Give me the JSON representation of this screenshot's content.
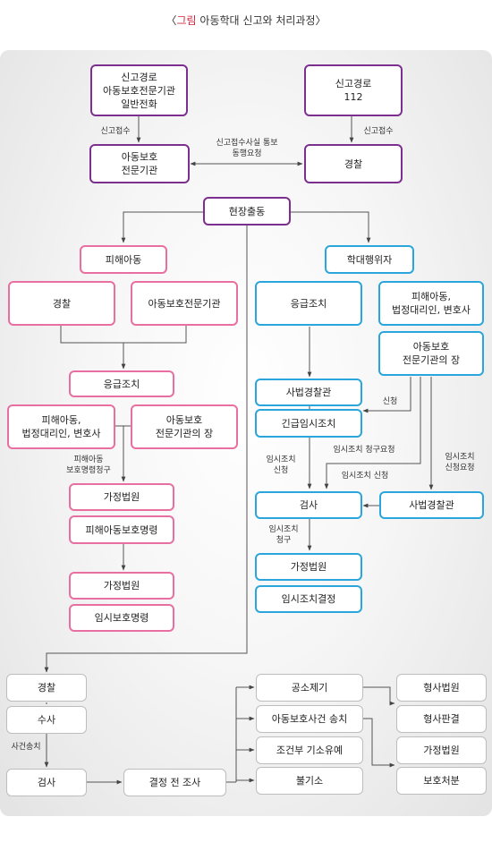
{
  "title": {
    "open": "〈",
    "highlight": "그림",
    "rest": " 아동학대 신고와 처리과정〉"
  },
  "boxes": {
    "report1": "신고경로\n아동보호전문기관\n일반전화",
    "report2": "신고경로\n112",
    "agency": "아동보호\n전문기관",
    "police_top": "경찰",
    "onsite": "현장출동",
    "victim": "피해아동",
    "abuser": "학대행위자",
    "police_l": "경찰",
    "agency_l": "아동보호전문기관",
    "emergency_l": "응급조치",
    "victim_rep_l": "피해아동,\n법정대리인, 변호사",
    "agency_head_l": "아동보호\n전문기관의 장",
    "family_court_1": "가정법원",
    "victim_order": "피해아동보호명령",
    "family_court_2": "가정법원",
    "temp_order": "임시보호명령",
    "emergency_r": "응급조치",
    "victim_rep_r": "피해아동,\n법정대리인, 변호사",
    "agency_head_r": "아동보호\n전문기관의 장",
    "judicial_police_1": "사법경찰관",
    "urgent_temp": "긴급임시조치",
    "prosecutor_r": "검사",
    "judicial_police_2": "사법경찰관",
    "family_court_r": "가정법원",
    "temp_decision": "임시조치결정",
    "police_b": "경찰",
    "investigation": "수사",
    "prosecutor_b": "검사",
    "pre_decision": "결정 전 조사",
    "indictment": "공소제기",
    "child_case": "아동보호사건 송치",
    "conditional": "조건부 기소유예",
    "non_indict": "불기소",
    "criminal_court": "형사법원",
    "criminal_judgment": "형사판결",
    "family_court_b": "가정법원",
    "protective_disp": "보호처분"
  },
  "labels": {
    "report_receive_1": "신고접수",
    "report_receive_2": "신고접수",
    "notify": "신고접수사실 통보\n동행요청",
    "victim_order_req": "피해아동\n보호명령청구",
    "request": "신청",
    "temp_claim_req": "임시조치 청구요청",
    "temp_apply_1": "임시조치\n신청",
    "temp_apply_2": "임시조치 신청",
    "temp_apply_req": "임시조치\n신청요청",
    "temp_claim": "임시조치\n청구",
    "case_transfer": "사건송치"
  },
  "colors": {
    "purple": "#7c2f8e",
    "pink": "#e96fa0",
    "blue": "#2aa6dc",
    "gray": "#bdbdbd",
    "accent": "#d0243a"
  }
}
